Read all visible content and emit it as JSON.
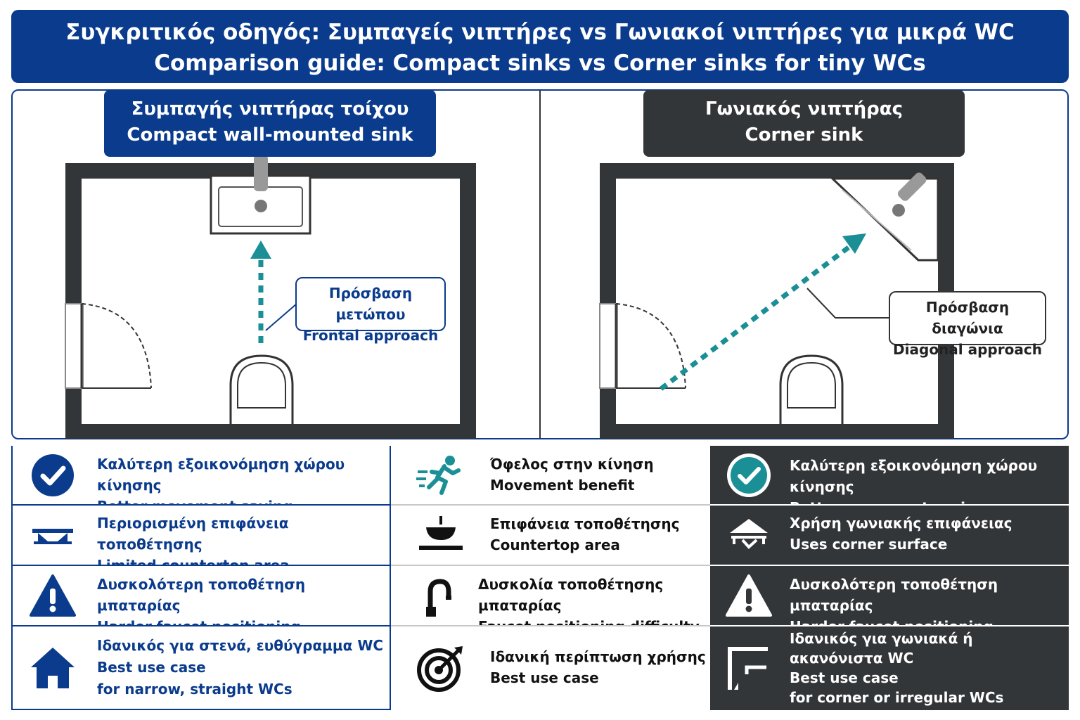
{
  "title": {
    "line1": "Συγκριτικός οδηγός: Συμπαγείς νιπτήρες vs Γωνιακοί νιπτήρες για μικρά WC",
    "line2": "Comparison guide: Compact sinks vs Corner sinks for tiny WCs"
  },
  "left_panel": {
    "heading_gr": "Συμπαγής νιπτήρας τοίχου",
    "heading_en": "Compact wall-mounted sink",
    "callout_gr": "Πρόσβαση μετώπου",
    "callout_en": "Frontal approach"
  },
  "right_panel": {
    "heading_gr": "Γωνιακός νιπτήρας",
    "heading_en": "Corner sink",
    "callout_gr": "Πρόσβαση διαγώνια",
    "callout_en": "Diagonal approach"
  },
  "rows": [
    {
      "compact": {
        "icon": "check-circle-icon",
        "lines": [
          "Καλύτερη εξοικονόμηση χώρου κίνησης",
          "Better movement saving"
        ]
      },
      "criterion": {
        "icon": "running-person-icon",
        "lines": [
          "Όφελος στην κίνηση",
          "Movement benefit"
        ]
      },
      "corner": {
        "icon": "check-circle-icon",
        "lines": [
          "Καλύτερη εξοικονόμηση χώρου κίνησης",
          "Better movement saving"
        ]
      }
    },
    {
      "compact": {
        "icon": "wall-shelf-icon",
        "lines": [
          "Περιορισμένη επιφάνεια τοποθέτησης",
          "Limited countertop area"
        ]
      },
      "criterion": {
        "icon": "vessel-sink-icon",
        "lines": [
          "Επιφάνεια τοποθέτησης",
          "Countertop area"
        ]
      },
      "corner": {
        "icon": "corner-shelf-icon",
        "lines": [
          "Χρήση γωνιακής επιφάνειας",
          "Uses corner surface"
        ]
      }
    },
    {
      "compact": {
        "icon": "warning-icon",
        "lines": [
          "Δυσκολότερη τοποθέτηση μπαταρίας",
          "Harder faucet positioning"
        ]
      },
      "criterion": {
        "icon": "faucet-icon",
        "lines": [
          "Δυσκολία τοποθέτησης μπαταρίας",
          "Faucet positioning difficulty"
        ]
      },
      "corner": {
        "icon": "warning-icon",
        "lines": [
          "Δυσκολότερη τοποθέτηση μπαταρίας",
          "Harder faucet positioning"
        ]
      }
    },
    {
      "compact": {
        "icon": "house-icon",
        "lines": [
          "Ιδανικός για στενά, ευθύγραμμα WC",
          "Best use case",
          "for narrow, straight WCs"
        ]
      },
      "criterion": {
        "icon": "target-icon",
        "lines": [
          "Ιδανική περίπτωση χρήσης",
          "Best use case"
        ]
      },
      "corner": {
        "icon": "corner-room-icon",
        "lines": [
          "Ιδανικός για γωνιακά ή",
          "ακανόνιστα WC",
          "Best use case",
          "for corner or irregular WCs"
        ]
      }
    }
  ],
  "colors": {
    "brand_blue": "#0a3b8c",
    "dark": "#333639",
    "teal": "#1a8f96"
  }
}
